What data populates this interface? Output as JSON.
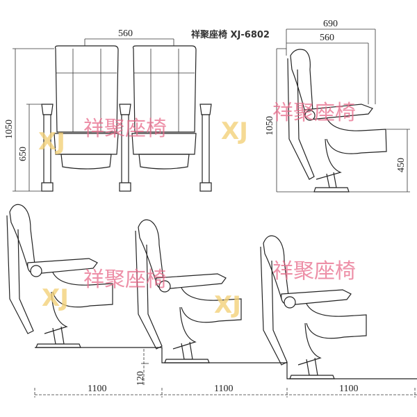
{
  "title": "祥聚座椅 XJ-6802",
  "watermark": {
    "text": "祥聚座椅",
    "logo": "XJ",
    "color": "#e86a8a",
    "logo_color": "#f3d27a"
  },
  "front_view": {
    "width_label": "560",
    "height_label": "1050",
    "arm_height_label": "650"
  },
  "side_view": {
    "depth_label": "690",
    "seat_depth_label": "560",
    "height_label": "1050",
    "seat_height_label": "450"
  },
  "tiered_view": {
    "step_height_label": "120",
    "row_spacing_labels": [
      "1100",
      "1100",
      "1100"
    ]
  }
}
